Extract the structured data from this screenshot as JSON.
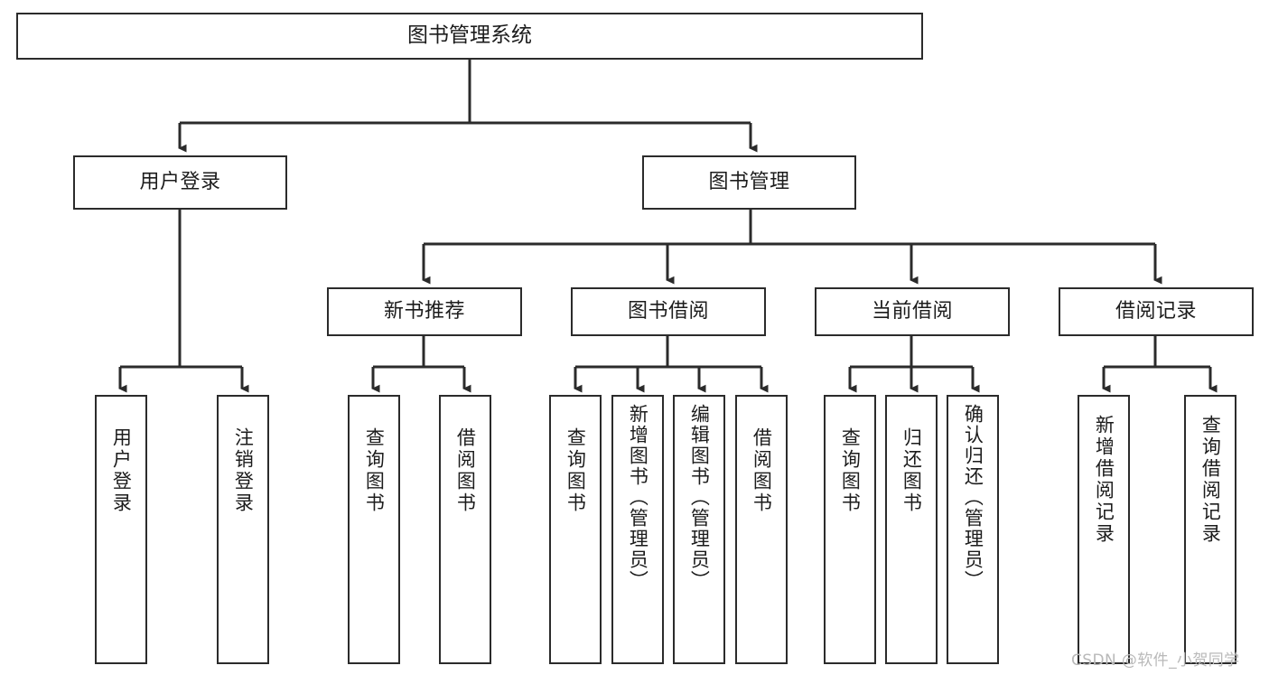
{
  "diagram": {
    "title": "图书管理系统",
    "type": "tree",
    "orientation": "top-down",
    "colors": {
      "box_border": "#2b2b2b",
      "box_fill": "#ffffff",
      "edge": "#2b2b2b",
      "text": "#1c1c1c",
      "watermark": "#b9b9b9",
      "background": "#ffffff"
    },
    "root": {
      "label": "图书管理系统"
    },
    "level2": [
      {
        "label": "用户登录"
      },
      {
        "label": "图书管理"
      }
    ],
    "level3": [
      {
        "label": "新书推荐"
      },
      {
        "label": "图书借阅"
      },
      {
        "label": "当前借阅"
      },
      {
        "label": "借阅记录"
      }
    ],
    "leaves": {
      "user_login": [
        {
          "label": "用户登录"
        },
        {
          "label": "注销登录"
        }
      ],
      "new_book_recommend": [
        {
          "label": "查询图书"
        },
        {
          "label": "借阅图书"
        }
      ],
      "book_borrow": [
        {
          "label": "查询图书"
        },
        {
          "label": "新增图书（管理员）"
        },
        {
          "label": "编辑图书（管理员）"
        },
        {
          "label": "借阅图书"
        }
      ],
      "current_borrow": [
        {
          "label": "查询图书"
        },
        {
          "label": "归还图书"
        },
        {
          "label": "确认归还（管理员）"
        }
      ],
      "borrow_records": [
        {
          "label": "新增借阅记录"
        },
        {
          "label": "查询借阅记录"
        }
      ]
    }
  },
  "watermark": {
    "text": "CSDN @软件_小贺同学"
  }
}
